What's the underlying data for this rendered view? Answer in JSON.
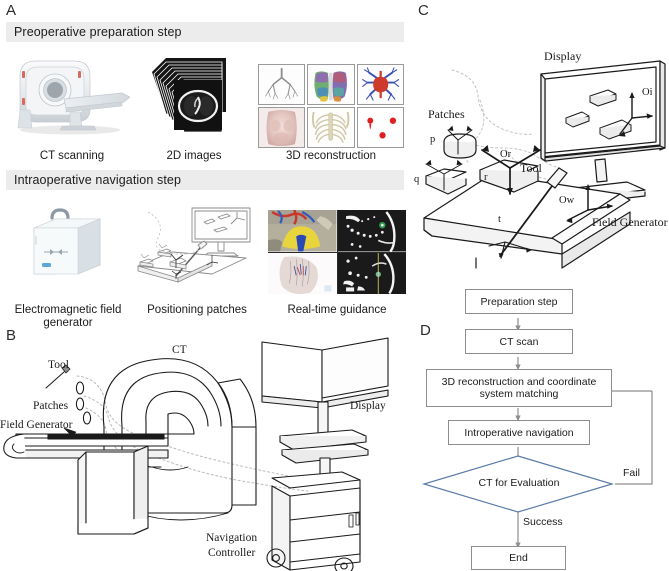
{
  "figure": {
    "panels": [
      "A",
      "B",
      "C",
      "D"
    ],
    "letters": {
      "a": "A",
      "b": "B",
      "c": "C",
      "d": "D"
    }
  },
  "panel_a": {
    "bars": [
      {
        "id": "preoperative",
        "label": "Preoperative preparation step"
      },
      {
        "id": "intraoperative",
        "label": "Intraoperative navigation step"
      }
    ],
    "captions": [
      {
        "id": "ct-scanning",
        "label": "CT scanning"
      },
      {
        "id": "2d-images",
        "label": "2D images"
      },
      {
        "id": "3d-reconstruction",
        "label": "3D reconstruction"
      },
      {
        "id": "em-field-generator",
        "label": "Electromagnetic field generator"
      },
      {
        "id": "positioning-patches",
        "label": "Positioning patches"
      },
      {
        "id": "real-time-guidance",
        "label": "Real-time guidance"
      }
    ],
    "recon_cells": [
      {
        "id": "airway-tree",
        "kind": "bronchial tree"
      },
      {
        "id": "lung-segments",
        "kind": "colored lung segmentation"
      },
      {
        "id": "vessels",
        "kind": "pulmonary vessels"
      },
      {
        "id": "skin-surface",
        "kind": "chest skin surface"
      },
      {
        "id": "ribcage",
        "kind": "bone / ribcage"
      },
      {
        "id": "markers",
        "kind": "red fiducial markers"
      }
    ],
    "guidance_cells": [
      {
        "id": "vr-overlay",
        "kind": "3D virtual overlay"
      },
      {
        "id": "ct-axial-1",
        "kind": "CT slice with target"
      },
      {
        "id": "surface-model",
        "kind": "translucent surface model"
      },
      {
        "id": "ct-axial-2",
        "kind": "CT slice with needle path"
      }
    ]
  },
  "panel_b": {
    "labels": [
      {
        "id": "tool",
        "text": "Tool"
      },
      {
        "id": "patches",
        "text": "Patches"
      },
      {
        "id": "field-generator",
        "text": "Field Generator"
      },
      {
        "id": "ct",
        "text": "CT"
      },
      {
        "id": "display",
        "text": "Display"
      },
      {
        "id": "navigation-controller-line1",
        "text": "Navigation"
      },
      {
        "id": "navigation-controller-line2",
        "text": "Controller"
      }
    ]
  },
  "panel_c": {
    "labels": [
      {
        "id": "display",
        "text": "Display"
      },
      {
        "id": "patches",
        "text": "Patches"
      },
      {
        "id": "tool",
        "text": "Tool"
      },
      {
        "id": "field-generator",
        "text": "Field Generator"
      },
      {
        "id": "frame-oi",
        "text": "Oi"
      },
      {
        "id": "frame-or",
        "text": "Or"
      },
      {
        "id": "frame-ow",
        "text": "Ow"
      },
      {
        "id": "patch-p",
        "text": "p"
      },
      {
        "id": "patch-q",
        "text": "q"
      },
      {
        "id": "patch-r",
        "text": "r"
      },
      {
        "id": "tool-t",
        "text": "t"
      }
    ]
  },
  "panel_d": {
    "type": "flowchart",
    "nodes": [
      {
        "id": "preparation-step",
        "shape": "rect",
        "label": "Preparation step"
      },
      {
        "id": "ct-scan",
        "shape": "rect",
        "label": "CT scan"
      },
      {
        "id": "3d-reconstruction",
        "shape": "rect",
        "label": "3D reconstruction and coordinate system matching"
      },
      {
        "id": "intraoperative-navigation",
        "shape": "rect",
        "label": "Introperative navigation"
      },
      {
        "id": "ct-for-evaluation",
        "shape": "diamond",
        "label": "CT for Evaluation"
      },
      {
        "id": "end",
        "shape": "rect",
        "label": "End"
      }
    ],
    "edge_labels": [
      {
        "id": "fail",
        "text": "Fail"
      },
      {
        "id": "success",
        "text": "Success"
      }
    ],
    "colors": {
      "box_border": "#8d8d8d",
      "diamond_border": "#5b7ca8",
      "arrow": "#8d8d8d",
      "text": "#1b1b1b"
    }
  },
  "colors": {
    "bar_background": "#ececec",
    "line": "#1a1a1a",
    "dotted": "#b9b9b9",
    "marker_red": "#e02020",
    "overlay_yellow": "#e8d43c",
    "overlay_blue": "#2b49b5"
  }
}
